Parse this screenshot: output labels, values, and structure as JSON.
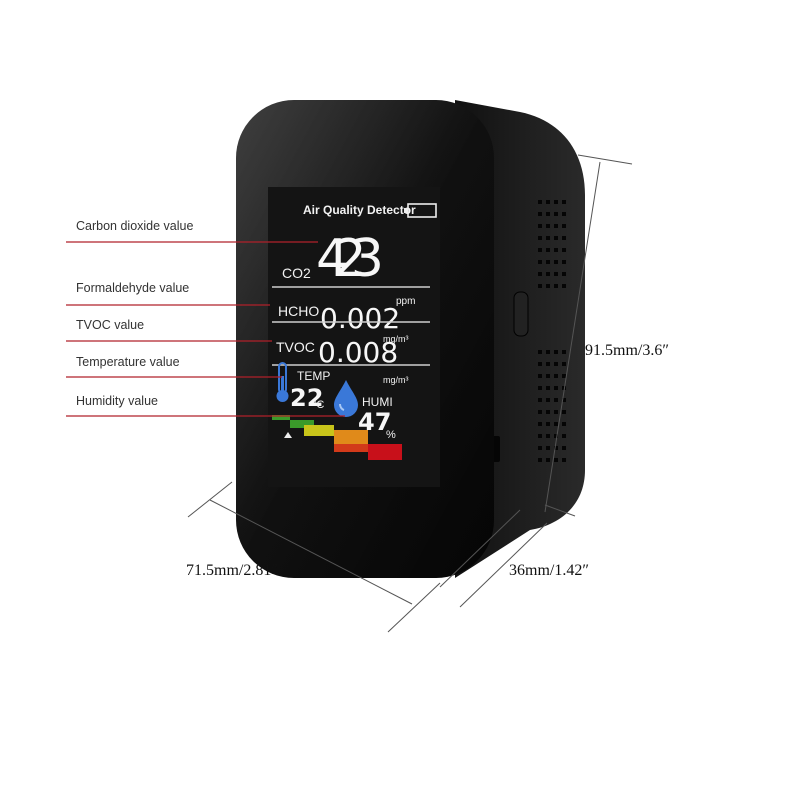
{
  "callouts": {
    "co2": "Carbon dioxide value",
    "hcho": "Formaldehyde value",
    "tvoc": "TVOC value",
    "temperature": "Temperature value",
    "humidity": "Humidity value"
  },
  "dimensions": {
    "height": "91.5mm/3.6″",
    "width": "71.5mm/2.81″",
    "depth": "36mm/1.42″"
  },
  "screen": {
    "title": "Air Quality Detector",
    "co2_label": "CO2",
    "co2_value": "423",
    "co2_unit": "ppm",
    "hcho_label": "HCHO",
    "hcho_value": "0.002",
    "hcho_unit": "mg/m³",
    "tvoc_label": "TVOC",
    "tvoc_value": "0.008",
    "tvoc_unit": "mg/m³",
    "temp_label": "TEMP",
    "temp_value": "22",
    "temp_unit": "°C",
    "humi_label": "HUMI",
    "humi_value": "47",
    "humi_unit": "%"
  },
  "colors": {
    "device_body": "#1a1a1a",
    "lcd_background": "#141414",
    "callout_line": "#b0202a",
    "thermometer": "#3a78d8",
    "droplet": "#3a78d8",
    "scale": [
      "#3a9a2a",
      "#c8c41a",
      "#e08a1a",
      "#d23a1a",
      "#c8101a"
    ]
  }
}
